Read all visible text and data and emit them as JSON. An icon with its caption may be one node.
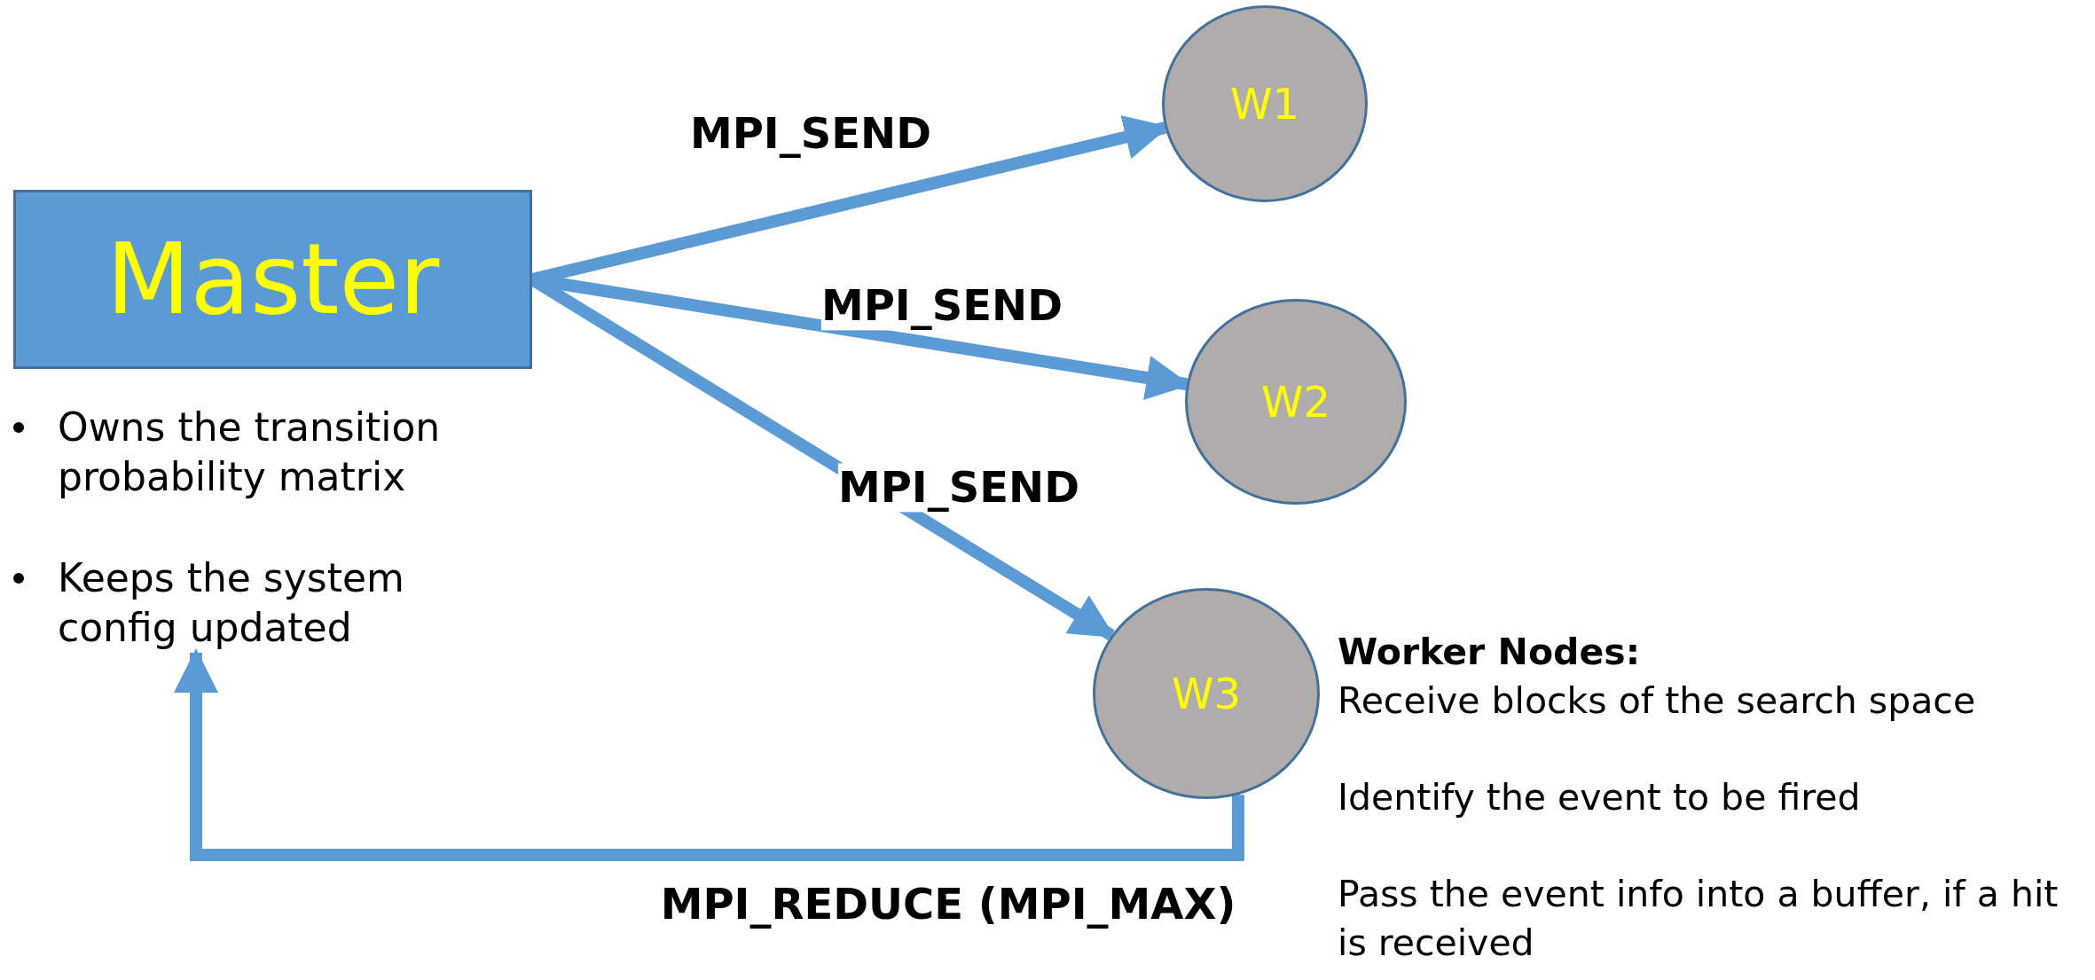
{
  "diagram": {
    "nodes": [
      {
        "text": [
          "Master"
        ]
      },
      {
        "text": [
          "W1"
        ]
      },
      {
        "text": [
          "W2"
        ]
      },
      {
        "text": [
          "W3"
        ],
        "beside": [
          "Worker Nodes:",
          "Receive blocks of the search space",
          "Identify the event to be fired",
          "Pass the event info into a buffer, if a hit is received"
        ]
      },
      {
        "text": [
          "Owns the transition probability matrix",
          "Keeps the system config updated"
        ]
      }
    ],
    "edges": [
      {
        "from": 0,
        "to": 1,
        "arrow": "to",
        "label": "MPI_SEND"
      },
      {
        "from": 0,
        "to": 2,
        "arrow": "to",
        "label": "MPI_SEND"
      },
      {
        "from": 0,
        "to": 3,
        "arrow": "to",
        "label": "MPI_SEND"
      },
      {
        "from": 3,
        "to": 4,
        "arrow": "to",
        "label": "MPI_REDUCE (MPI_MAX)"
      }
    ]
  }
}
